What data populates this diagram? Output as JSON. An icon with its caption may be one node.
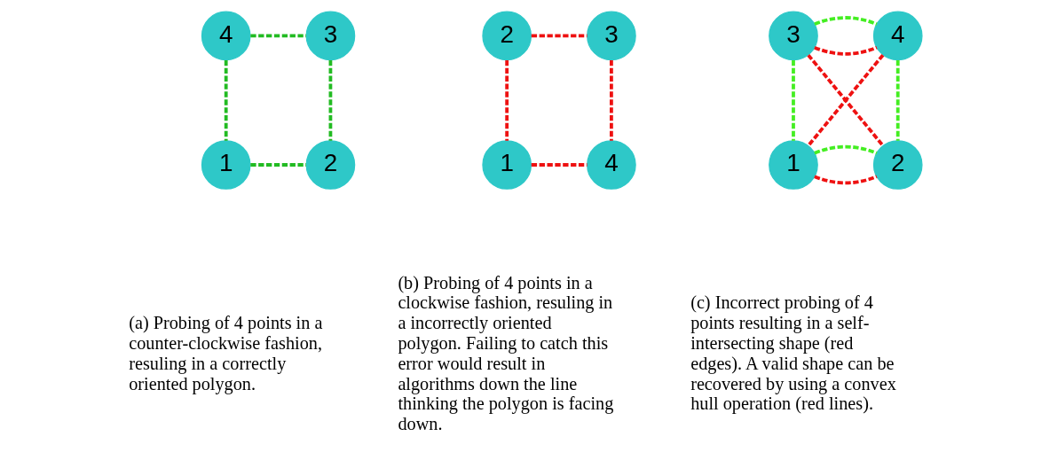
{
  "diagram": {
    "nodes": [
      {
        "text": [
          "4"
        ]
      },
      {
        "text": [
          "3"
        ]
      },
      {
        "text": [
          "1"
        ]
      },
      {
        "text": [
          "2"
        ]
      },
      {
        "text": [
          "2"
        ]
      },
      {
        "text": [
          "3"
        ]
      },
      {
        "text": [
          "1"
        ]
      },
      {
        "text": [
          "4"
        ]
      },
      {
        "text": [
          "3"
        ]
      },
      {
        "text": [
          "4"
        ]
      },
      {
        "text": [
          "1"
        ]
      },
      {
        "text": [
          "2"
        ]
      }
    ],
    "edges": [
      {
        "from": 0,
        "to": 1,
        "arrow": "none",
        "style": "dashed",
        "color": "#22bb22"
      },
      {
        "from": 0,
        "to": 2,
        "arrow": "none",
        "style": "dashed",
        "color": "#22bb22"
      },
      {
        "from": 1,
        "to": 3,
        "arrow": "none",
        "style": "dashed",
        "color": "#22bb22"
      },
      {
        "from": 2,
        "to": 3,
        "arrow": "none",
        "style": "dashed",
        "color": "#22bb22"
      },
      {
        "from": 4,
        "to": 5,
        "arrow": "none",
        "style": "dashed",
        "color": "#ee1111"
      },
      {
        "from": 4,
        "to": 6,
        "arrow": "none",
        "style": "dashed",
        "color": "#ee1111"
      },
      {
        "from": 5,
        "to": 7,
        "arrow": "none",
        "style": "dashed",
        "color": "#ee1111"
      },
      {
        "from": 6,
        "to": 7,
        "arrow": "none",
        "style": "dashed",
        "color": "#ee1111"
      },
      {
        "from": 8,
        "to": 9,
        "arrow": "none",
        "style": "dashed",
        "color": "#ee1111"
      },
      {
        "from": 8,
        "to": 9,
        "arrow": "none",
        "style": "dashed",
        "color": "#44ee22"
      },
      {
        "from": 8,
        "to": 10,
        "arrow": "none",
        "style": "dashed",
        "color": "#44ee22"
      },
      {
        "from": 8,
        "to": 11,
        "arrow": "none",
        "style": "dashed",
        "color": "#ee1111"
      },
      {
        "from": 9,
        "to": 10,
        "arrow": "none",
        "style": "dashed",
        "color": "#ee1111"
      },
      {
        "from": 9,
        "to": 11,
        "arrow": "none",
        "style": "dashed",
        "color": "#44ee22"
      },
      {
        "from": 10,
        "to": 11,
        "arrow": "none",
        "style": "dashed",
        "color": "#ee1111"
      },
      {
        "from": 10,
        "to": 11,
        "arrow": "none",
        "style": "dashed",
        "color": "#44ee22"
      }
    ],
    "labels": [
      "(a) Probing of 4 points in a counter-clockwise fashion, resuling in a correctly oriented polygon.",
      "(b) Probing of 4 points in a clockwise fashion, resuling in a incorrectly oriented polygon. Failing to catch this error would result in algorithms down the line thinking the polygon is facing down.",
      "(c) Incorrect probing of 4 points resulting in a self-intersecting shape (red edges). A valid shape can be recovered by using a convex hull operation (red lines)."
    ]
  }
}
